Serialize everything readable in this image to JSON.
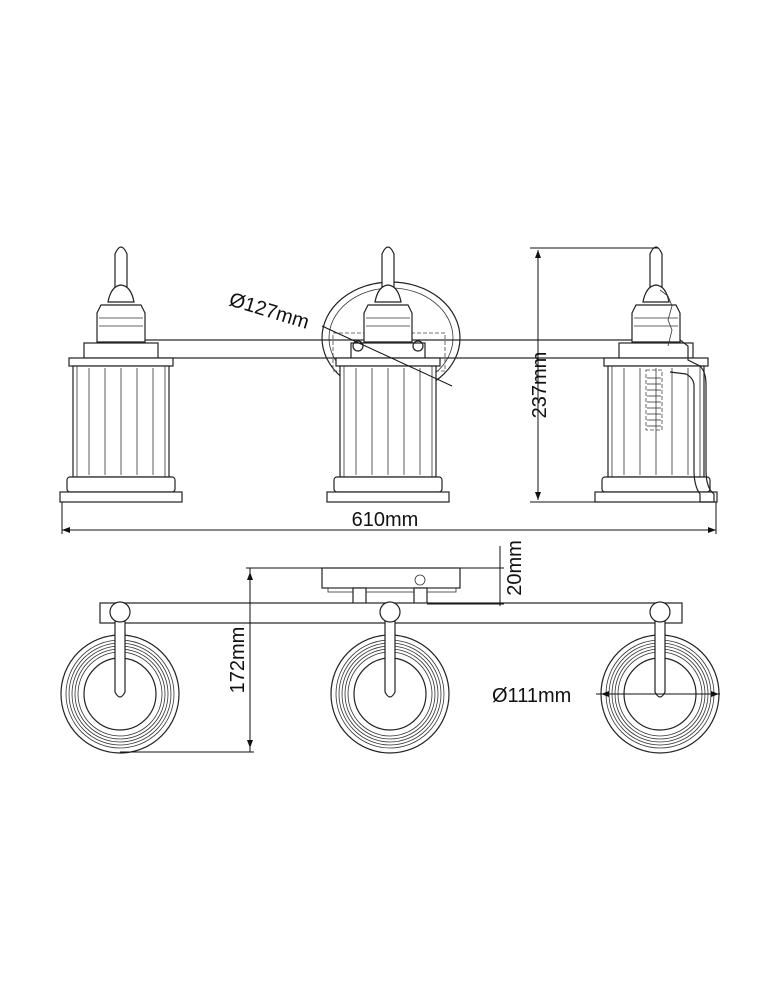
{
  "drawing": {
    "front_view": {
      "width_label": "610mm",
      "height_label": "237mm",
      "backplate_label": "Ø127mm"
    },
    "top_view": {
      "depth_label": "172mm",
      "backplate_depth_label": "20mm",
      "shade_diameter_label": "Ø111mm"
    },
    "line_color": "#222222",
    "background_color": "#ffffff"
  }
}
